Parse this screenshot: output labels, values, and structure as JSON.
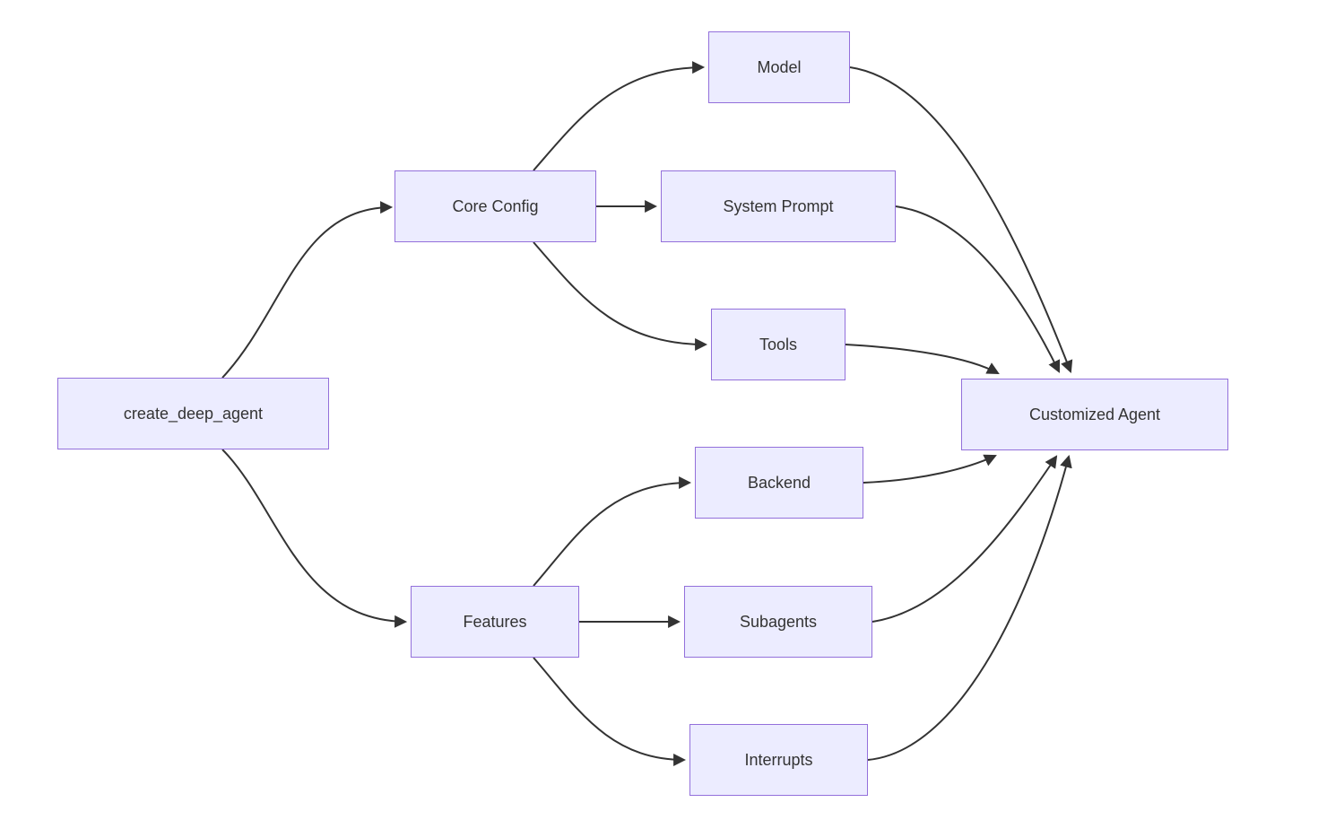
{
  "diagram": {
    "type": "flowchart-left-to-right",
    "colors": {
      "background": "#ffffff",
      "node_fill": "#ececff",
      "node_border": "#9370db",
      "edge": "#333333",
      "text": "#333333"
    },
    "nodes": {
      "create": {
        "label": "create_deep_agent"
      },
      "core_config": {
        "label": "Core Config"
      },
      "model": {
        "label": "Model"
      },
      "system_prompt": {
        "label": "System Prompt"
      },
      "tools": {
        "label": "Tools"
      },
      "features": {
        "label": "Features"
      },
      "backend": {
        "label": "Backend"
      },
      "subagents": {
        "label": "Subagents"
      },
      "interrupts": {
        "label": "Interrupts"
      },
      "customized_agent": {
        "label": "Customized Agent"
      }
    },
    "edges": [
      {
        "from": "create_deep_agent",
        "to": "Core Config"
      },
      {
        "from": "create_deep_agent",
        "to": "Features"
      },
      {
        "from": "Core Config",
        "to": "Model"
      },
      {
        "from": "Core Config",
        "to": "System Prompt"
      },
      {
        "from": "Core Config",
        "to": "Tools"
      },
      {
        "from": "Features",
        "to": "Backend"
      },
      {
        "from": "Features",
        "to": "Subagents"
      },
      {
        "from": "Features",
        "to": "Interrupts"
      },
      {
        "from": "Model",
        "to": "Customized Agent"
      },
      {
        "from": "System Prompt",
        "to": "Customized Agent"
      },
      {
        "from": "Tools",
        "to": "Customized Agent"
      },
      {
        "from": "Backend",
        "to": "Customized Agent"
      },
      {
        "from": "Subagents",
        "to": "Customized Agent"
      },
      {
        "from": "Interrupts",
        "to": "Customized Agent"
      }
    ]
  }
}
